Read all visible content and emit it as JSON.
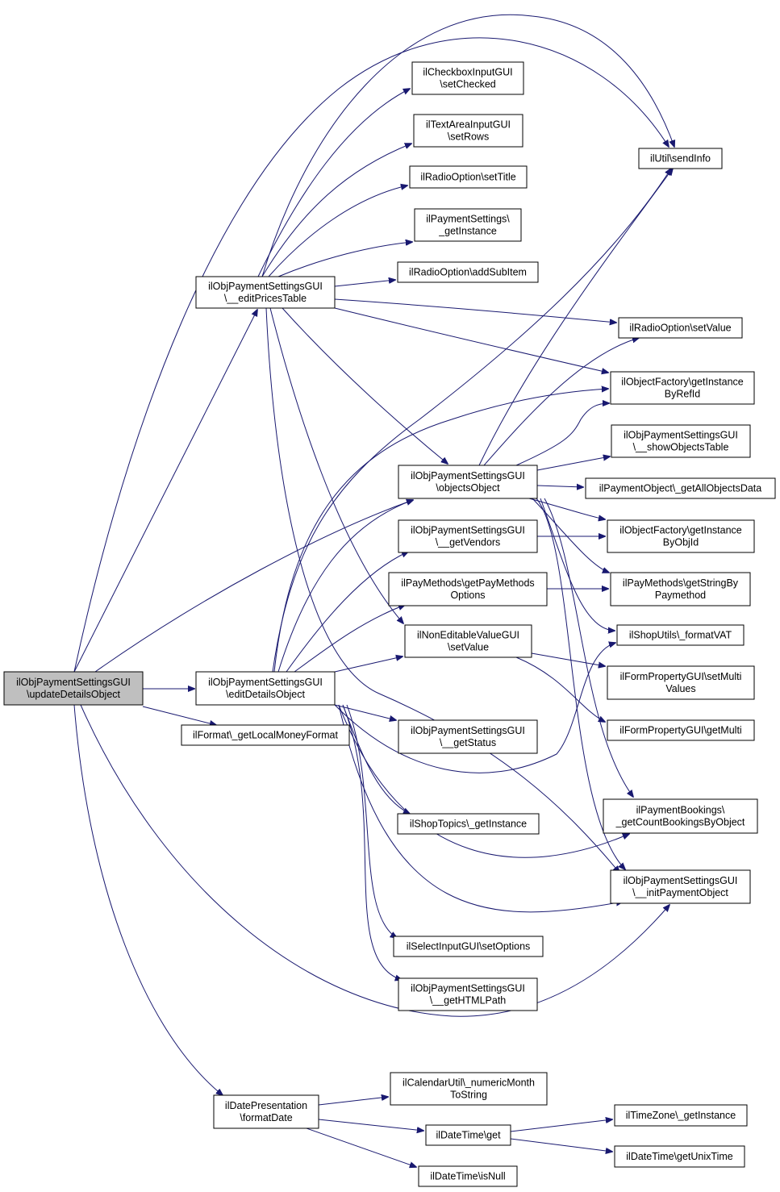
{
  "diagram": {
    "nodes": [
      {
        "id": "root",
        "lines": [
          "ilObjPaymentSettingsGUI",
          "\\updateDetailsObject"
        ],
        "highlight": true
      },
      {
        "id": "editPricesTable",
        "lines": [
          "ilObjPaymentSettingsGUI",
          "\\__editPricesTable"
        ]
      },
      {
        "id": "editDetailsObject",
        "lines": [
          "ilObjPaymentSettingsGUI",
          "\\editDetailsObject"
        ]
      },
      {
        "id": "getLocalMoneyFormat",
        "lines": [
          "ilFormat\\_getLocalMoneyFormat"
        ]
      },
      {
        "id": "formatDate",
        "lines": [
          "ilDatePresentation",
          "\\formatDate"
        ]
      },
      {
        "id": "setChecked",
        "lines": [
          "ilCheckboxInputGUI",
          "\\setChecked"
        ]
      },
      {
        "id": "setRows",
        "lines": [
          "ilTextAreaInputGUI",
          "\\setRows"
        ]
      },
      {
        "id": "setTitle",
        "lines": [
          "ilRadioOption\\setTitle"
        ]
      },
      {
        "id": "psGetInstance",
        "lines": [
          "ilPaymentSettings\\",
          "_getInstance"
        ]
      },
      {
        "id": "addSubItem",
        "lines": [
          "ilRadioOption\\addSubItem"
        ]
      },
      {
        "id": "objectsObject",
        "lines": [
          "ilObjPaymentSettingsGUI",
          "\\objectsObject"
        ]
      },
      {
        "id": "getVendors",
        "lines": [
          "ilObjPaymentSettingsGUI",
          "\\__getVendors"
        ]
      },
      {
        "id": "getPayMethodsOptions",
        "lines": [
          "ilPayMethods\\getPayMethods",
          "Options"
        ]
      },
      {
        "id": "nevSetValue",
        "lines": [
          "ilNonEditableValueGUI",
          "\\setValue"
        ]
      },
      {
        "id": "getStatus",
        "lines": [
          "ilObjPaymentSettingsGUI",
          "\\__getStatus"
        ]
      },
      {
        "id": "shopTopics",
        "lines": [
          "ilShopTopics\\_getInstance"
        ]
      },
      {
        "id": "setOptions",
        "lines": [
          "ilSelectInputGUI\\setOptions"
        ]
      },
      {
        "id": "getHTMLPath",
        "lines": [
          "ilObjPaymentSettingsGUI",
          "\\__getHTMLPath"
        ]
      },
      {
        "id": "numericMonth",
        "lines": [
          "ilCalendarUtil\\_numericMonth",
          "ToString"
        ]
      },
      {
        "id": "dtGet",
        "lines": [
          "ilDateTime\\get"
        ]
      },
      {
        "id": "dtIsNull",
        "lines": [
          "ilDateTime\\isNull"
        ]
      },
      {
        "id": "sendInfo",
        "lines": [
          "ilUtil\\sendInfo"
        ]
      },
      {
        "id": "roSetValue",
        "lines": [
          "ilRadioOption\\setValue"
        ]
      },
      {
        "id": "byRefId",
        "lines": [
          "ilObjectFactory\\getInstance",
          "ByRefId"
        ]
      },
      {
        "id": "showObjectsTable",
        "lines": [
          "ilObjPaymentSettingsGUI",
          "\\__showObjectsTable"
        ]
      },
      {
        "id": "getAllObjectsData",
        "lines": [
          "ilPaymentObject\\_getAllObjectsData"
        ]
      },
      {
        "id": "byObjId",
        "lines": [
          "ilObjectFactory\\getInstance",
          "ByObjId"
        ]
      },
      {
        "id": "getStringByPaymethod",
        "lines": [
          "ilPayMethods\\getStringBy",
          "Paymethod"
        ]
      },
      {
        "id": "formatVAT",
        "lines": [
          "ilShopUtils\\_formatVAT"
        ]
      },
      {
        "id": "setMultiValues",
        "lines": [
          "ilFormPropertyGUI\\setMulti",
          "Values"
        ]
      },
      {
        "id": "getMulti",
        "lines": [
          "ilFormPropertyGUI\\getMulti"
        ]
      },
      {
        "id": "countBookings",
        "lines": [
          "ilPaymentBookings\\",
          "_getCountBookingsByObject"
        ]
      },
      {
        "id": "initPaymentObject",
        "lines": [
          "ilObjPaymentSettingsGUI",
          "\\__initPaymentObject"
        ]
      },
      {
        "id": "tzGetInstance",
        "lines": [
          "ilTimeZone\\_getInstance"
        ]
      },
      {
        "id": "getUnixTime",
        "lines": [
          "ilDateTime\\getUnixTime"
        ]
      }
    ],
    "edges": [
      [
        "root",
        "editPricesTable"
      ],
      [
        "root",
        "editDetailsObject"
      ],
      [
        "root",
        "getLocalMoneyFormat"
      ],
      [
        "root",
        "formatDate"
      ],
      [
        "root",
        "sendInfo"
      ],
      [
        "root",
        "objectsObject"
      ],
      [
        "root",
        "initPaymentObject"
      ],
      [
        "editPricesTable",
        "setChecked"
      ],
      [
        "editPricesTable",
        "setRows"
      ],
      [
        "editPricesTable",
        "setTitle"
      ],
      [
        "editPricesTable",
        "psGetInstance"
      ],
      [
        "editPricesTable",
        "addSubItem"
      ],
      [
        "editPricesTable",
        "sendInfo"
      ],
      [
        "editPricesTable",
        "roSetValue"
      ],
      [
        "editPricesTable",
        "byRefId"
      ],
      [
        "editPricesTable",
        "objectsObject"
      ],
      [
        "editPricesTable",
        "nevSetValue"
      ],
      [
        "editPricesTable",
        "initPaymentObject"
      ],
      [
        "editDetailsObject",
        "objectsObject"
      ],
      [
        "editDetailsObject",
        "getVendors"
      ],
      [
        "editDetailsObject",
        "getPayMethodsOptions"
      ],
      [
        "editDetailsObject",
        "nevSetValue"
      ],
      [
        "editDetailsObject",
        "getStatus"
      ],
      [
        "editDetailsObject",
        "shopTopics"
      ],
      [
        "editDetailsObject",
        "setOptions"
      ],
      [
        "editDetailsObject",
        "getHTMLPath"
      ],
      [
        "editDetailsObject",
        "sendInfo"
      ],
      [
        "editDetailsObject",
        "byRefId"
      ],
      [
        "editDetailsObject",
        "formatVAT"
      ],
      [
        "editDetailsObject",
        "countBookings"
      ],
      [
        "editDetailsObject",
        "initPaymentObject"
      ],
      [
        "objectsObject",
        "sendInfo"
      ],
      [
        "objectsObject",
        "roSetValue"
      ],
      [
        "objectsObject",
        "byRefId"
      ],
      [
        "objectsObject",
        "showObjectsTable"
      ],
      [
        "objectsObject",
        "getAllObjectsData"
      ],
      [
        "objectsObject",
        "byObjId"
      ],
      [
        "objectsObject",
        "getStringByPaymethod"
      ],
      [
        "objectsObject",
        "formatVAT"
      ],
      [
        "objectsObject",
        "countBookings"
      ],
      [
        "objectsObject",
        "initPaymentObject"
      ],
      [
        "getVendors",
        "byObjId"
      ],
      [
        "getPayMethodsOptions",
        "getStringByPaymethod"
      ],
      [
        "nevSetValue",
        "setMultiValues"
      ],
      [
        "nevSetValue",
        "getMulti"
      ],
      [
        "formatDate",
        "numericMonth"
      ],
      [
        "formatDate",
        "dtGet"
      ],
      [
        "formatDate",
        "dtIsNull"
      ],
      [
        "dtGet",
        "tzGetInstance"
      ],
      [
        "dtGet",
        "getUnixTime"
      ]
    ]
  }
}
